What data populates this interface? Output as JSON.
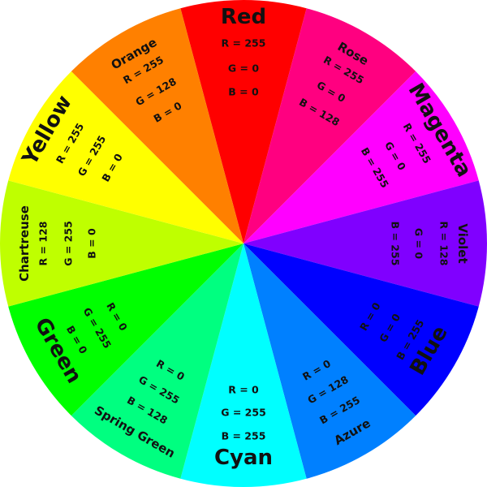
{
  "wedges": [
    {
      "name": "Red",
      "primary": true,
      "color": "#ff0000",
      "values": [
        "R = 255",
        "G = 0",
        "B = 0"
      ]
    },
    {
      "name": "Rose",
      "primary": false,
      "color": "#ff0080",
      "values": [
        "R = 255",
        "G = 0",
        "B = 128"
      ]
    },
    {
      "name": "Magenta",
      "primary": true,
      "color": "#ff00ff",
      "values": [
        "R = 255",
        "G = 0",
        "B = 255"
      ]
    },
    {
      "name": "Violet",
      "primary": false,
      "color": "#8000ff",
      "values": [
        "R = 128",
        "G = 0",
        "B = 255"
      ]
    },
    {
      "name": "Blue",
      "primary": true,
      "color": "#0000ff",
      "values": [
        "R = 0",
        "G = 0",
        "B = 255"
      ]
    },
    {
      "name": "Azure",
      "primary": false,
      "color": "#0080ff",
      "values": [
        "R = 0",
        "G = 128",
        "B = 255"
      ]
    },
    {
      "name": "Cyan",
      "primary": true,
      "color": "#00ffff",
      "values": [
        "R = 0",
        "G = 255",
        "B = 255"
      ]
    },
    {
      "name": "Spring Green",
      "primary": false,
      "color": "#00ff80",
      "values": [
        "R = 0",
        "G = 255",
        "B = 128"
      ]
    },
    {
      "name": "Green",
      "primary": true,
      "color": "#00ff00",
      "values": [
        "R = 0",
        "G = 255",
        "B = 0"
      ]
    },
    {
      "name": "Chartreuse",
      "primary": false,
      "color": "#bfff00",
      "values": [
        "R = 128",
        "G = 255",
        "B = 0"
      ]
    },
    {
      "name": "Yellow",
      "primary": true,
      "color": "#ffff00",
      "values": [
        "R = 255",
        "G = 255",
        "B = 0"
      ]
    },
    {
      "name": "Orange",
      "primary": false,
      "color": "#ff8000",
      "values": [
        "R = 255",
        "G = 128",
        "B = 0"
      ]
    }
  ]
}
